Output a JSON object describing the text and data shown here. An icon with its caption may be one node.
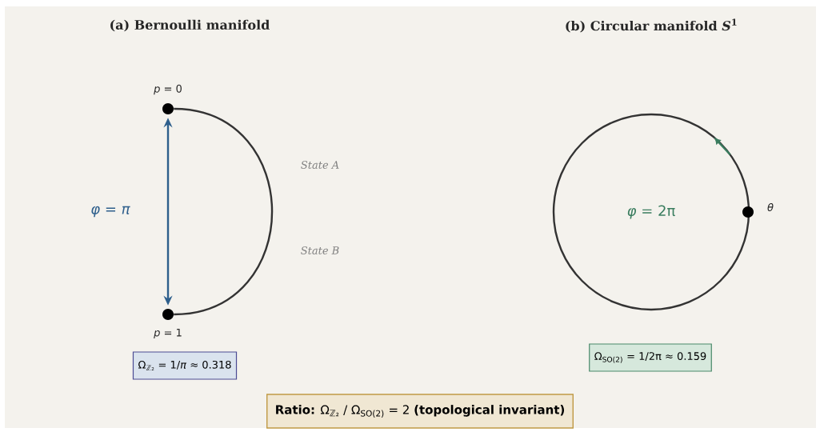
{
  "diagram": {
    "nodes": [
      {
        "text": [],
        "shape": "circle",
        "beside": [
          "*p* = 0"
        ]
      },
      {
        "text": [],
        "shape": "circle",
        "beside": [
          "*p* = 1"
        ]
      },
      {
        "text": [
          "Ω$_{ℤ₂}$ = 1/*π* ≈ 0.318"
        ]
      },
      {
        "text": [
          "*φ* = 2π"
        ]
      },
      {
        "text": [],
        "shape": "circle",
        "beside": [
          "*θ*"
        ]
      },
      {
        "text": [
          "Ω$_{SO(2)}$ = 1/2π ≈ 0.159"
        ]
      },
      {
        "text": [
          "**Ratio:**  Ω$_{ℤ₂}$ / Ω$_{SO(2)}$ = 2  **(topological invariant)**"
        ]
      }
    ],
    "edges": [
      {
        "from": 0,
        "to": 1,
        "arrow": "both",
        "label": "*φ* = *π*",
        "color": "#2e5f8c"
      },
      {
        "from": 0,
        "to": 1,
        "arrow": "none"
      }
    ],
    "labels": [
      "(a)  Bernoulli manifold",
      "(b)  Circular manifold *S*$^{1}$",
      "State A",
      "State B"
    ]
  }
}
